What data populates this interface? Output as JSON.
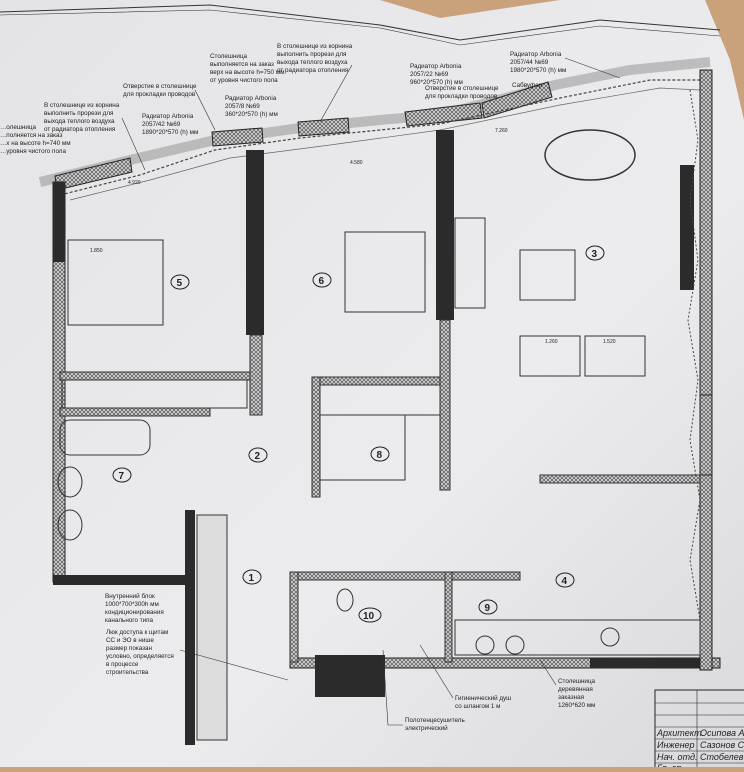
{
  "plan": {
    "paper_color": "#e8e8ea",
    "wall_color": "#2b2b2b",
    "rooms": [
      "5",
      "6",
      "3",
      "2",
      "8",
      "7",
      "1",
      "4",
      "10",
      "9"
    ],
    "annotations": {
      "left_cut_countertop": [
        "…олешница",
        "…полняется на заказ",
        "…х на высоте h=740 мм",
        "…уровня чистого пола"
      ],
      "slots_left": [
        "В столешнице из корнина",
        "выполнить прорези для",
        "выхода теплого воздуха",
        "от радиатора отопления"
      ],
      "radiator_42": [
        "Радиатор Arbonia",
        "2057/42 №69",
        "1890*20*570 (h) мм"
      ],
      "hole_left": [
        "Отверстие в столешнице",
        "для прокладки проводов"
      ],
      "countertop_750": [
        "Столешница",
        "выполняется на заказ",
        "верх на высоте h=750 мм",
        "от уровня чистого пола"
      ],
      "radiator_8": [
        "Радиатор Arbonia",
        "2057/8 №69",
        "360*20*570 (h) мм"
      ],
      "slots_right": [
        "В столешнице из корнина",
        "выполнить прорези для",
        "выхода теплого воздуха",
        "от радиатора отопления"
      ],
      "radiator_22": [
        "Радиатор Arbonia",
        "2057/22 №69",
        "960*20*570 (h) мм"
      ],
      "hole_right": [
        "Отверстие в столешнице",
        "для прокладки проводов"
      ],
      "radiator_44": [
        "Радиатор Arbonia",
        "2057/44 №69",
        "1980*20*570 (h) мм"
      ],
      "subwoofer": "Сабвуфер",
      "ac_unit": [
        "Внутренний блок",
        "1000*700*300h мм",
        "кондиционирования",
        "канального типа"
      ],
      "access_hatch": [
        "Люк доступа к щитам",
        "СС и ЭО в нише",
        "размер показан",
        "условно, определяется",
        "в процессе",
        "строительства"
      ],
      "hygienic_shower": [
        "Гигиенический душ",
        "со шлангом 1 м"
      ],
      "towel_dryer": [
        "Полотенцесушитель",
        "электрический"
      ],
      "wood_countertop": [
        "Столешница",
        "деревянная",
        "заказная",
        "1260*620 мм"
      ]
    },
    "dimensions": [
      "4.920",
      "4.580",
      "7.260",
      "1.850",
      "1.260",
      "1.520"
    ]
  },
  "title_block": {
    "rows": [
      {
        "role": "Архитект.",
        "name": "Осипова А."
      },
      {
        "role": "Инженер",
        "name": "Сазонов С."
      },
      {
        "role": "Нач. отд.",
        "name": "Стобелев В."
      },
      {
        "role": "Гл. сп…",
        "name": ""
      }
    ]
  }
}
